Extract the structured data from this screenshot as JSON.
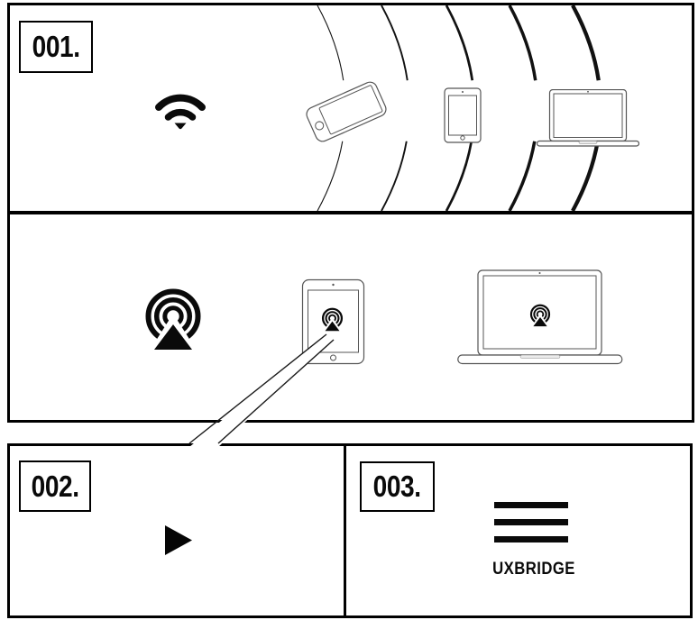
{
  "steps": {
    "one": {
      "label": "001."
    },
    "two": {
      "label": "002."
    },
    "three": {
      "label": "003."
    }
  },
  "device_name": "UXBRIDGE",
  "icons": {
    "wifi": "wifi-icon",
    "airplay": "airplay-audio-icon",
    "play": "play-icon",
    "grille": "speaker-grille-icon"
  },
  "colors": {
    "ink": "#0a0a0a",
    "device_outline": "#555555",
    "background": "#ffffff"
  },
  "wave_count": 5
}
